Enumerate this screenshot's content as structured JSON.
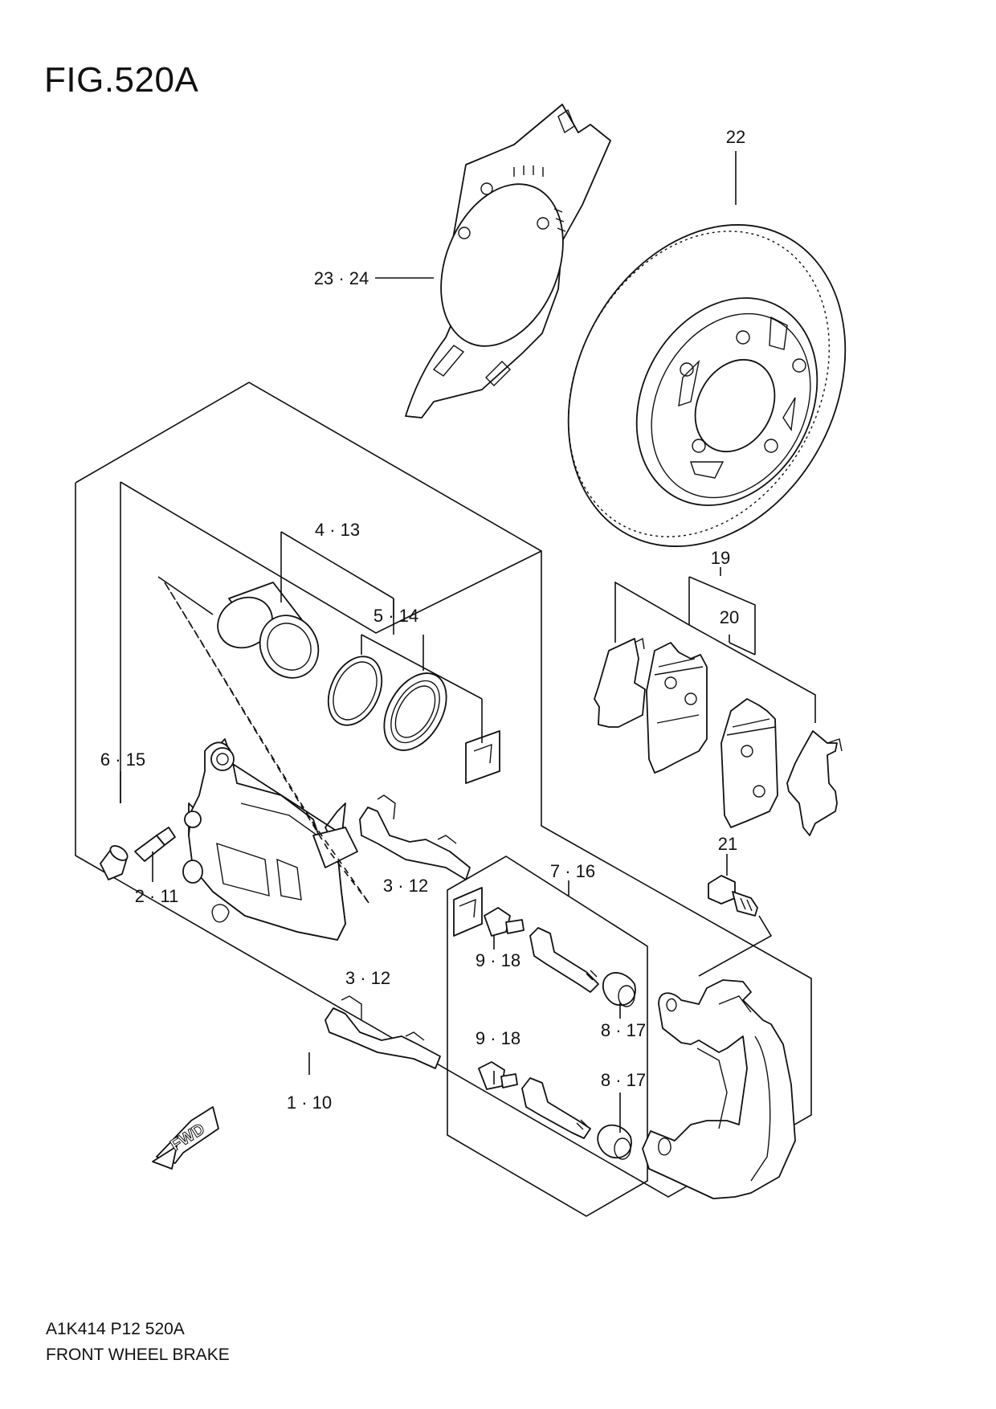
{
  "figure": {
    "title": "FIG.520A"
  },
  "footer": {
    "code": "A1K414 P12 520A",
    "name": "FRONT WHEEL BRAKE"
  },
  "fwd_label": "FWD",
  "callouts": [
    {
      "id": "22",
      "text": "22"
    },
    {
      "id": "23-24",
      "text": "23 · 24"
    },
    {
      "id": "4-13",
      "text": "4 · 13"
    },
    {
      "id": "5-14",
      "text": "5 · 14"
    },
    {
      "id": "19",
      "text": "19"
    },
    {
      "id": "20",
      "text": "20"
    },
    {
      "id": "6-15",
      "text": "6 · 15"
    },
    {
      "id": "2-11",
      "text": "2 · 11"
    },
    {
      "id": "3-12-upper",
      "text": "3 · 12"
    },
    {
      "id": "7-16",
      "text": "7 · 16"
    },
    {
      "id": "21",
      "text": "21"
    },
    {
      "id": "9-18-upper",
      "text": "9 · 18"
    },
    {
      "id": "3-12-lower",
      "text": "3 · 12"
    },
    {
      "id": "8-17-upper",
      "text": "8 · 17"
    },
    {
      "id": "9-18-lower",
      "text": "9 · 18"
    },
    {
      "id": "8-17-lower",
      "text": "8 · 17"
    },
    {
      "id": "1-10",
      "text": "1 · 10"
    }
  ]
}
